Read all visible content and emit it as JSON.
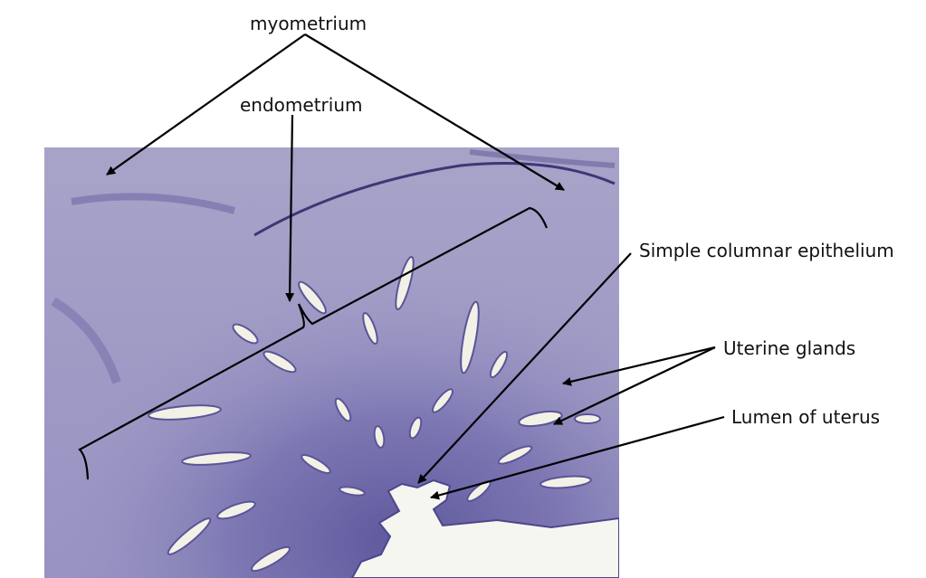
{
  "labels": {
    "myometrium": "myometrium",
    "endometrium": "endometrium",
    "epithelium": "Simple columnar epithelium",
    "glands": "Uterine glands",
    "lumen": "Lumen of uterus"
  },
  "colors": {
    "tissue_base": "#9a96c4",
    "tissue_dark": "#6e6aa8",
    "gland_fill": "#f3f1e6",
    "annotation": "#000000"
  }
}
